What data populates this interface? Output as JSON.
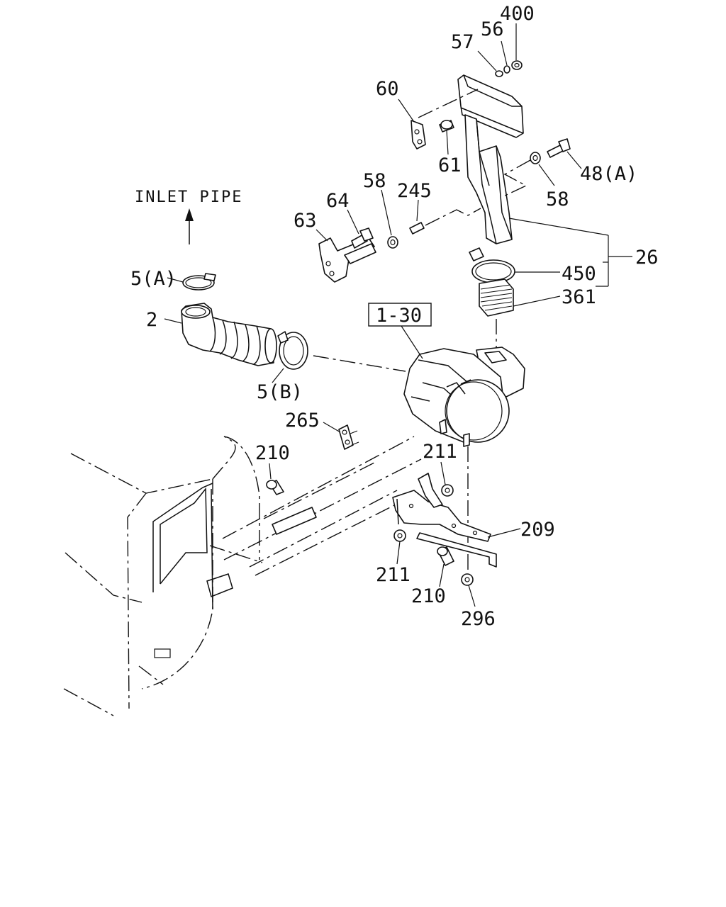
{
  "diagram": {
    "caption": "INLET PIPE",
    "labels": {
      "p400": "400",
      "p56": "56",
      "p57": "57",
      "p60": "60",
      "p61": "61",
      "p48a": "48(A)",
      "p58a": "58",
      "p58b": "58",
      "p64": "64",
      "p245": "245",
      "p63": "63",
      "p450": "450",
      "p26": "26",
      "p361": "361",
      "p5a": "5(A)",
      "p2": "2",
      "p130": "1-30",
      "p5b": "5(B)",
      "p265": "265",
      "p210a": "210",
      "p211a": "211",
      "p209": "209",
      "p211b": "211",
      "p210b": "210",
      "p296": "296"
    }
  }
}
